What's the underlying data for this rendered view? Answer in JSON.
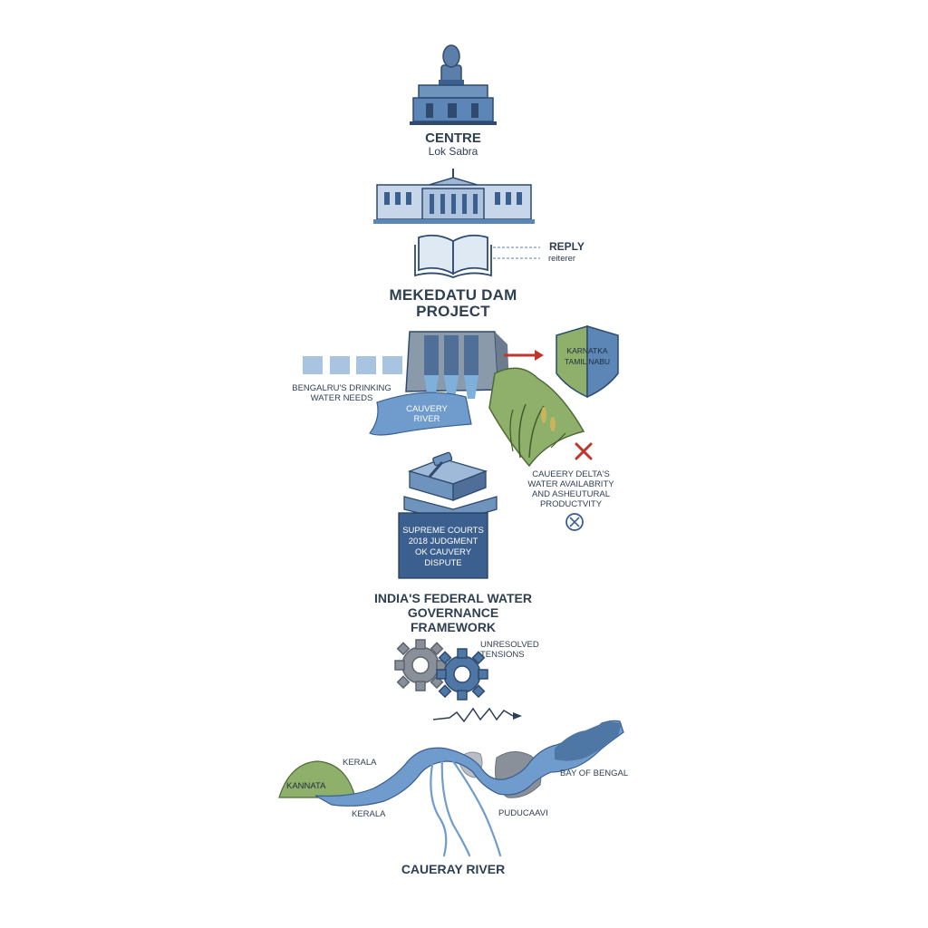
{
  "centre": {
    "title": "CENTRE",
    "subtitle": "Lok Sabra"
  },
  "reply": {
    "label": "REPLY",
    "sublabel": "reiterer"
  },
  "project": {
    "title_line1": "MEKEDATU DAM",
    "title_line2": "PROJECT"
  },
  "bengaluru": {
    "line1": "BENGALRU'S DRINKING",
    "line2": "WATER NEEDS"
  },
  "river_band": {
    "line1": "CAUVERY",
    "line2": "RIVER"
  },
  "shield": {
    "line1": "KARNATKA",
    "line2": "TAMIL NABU"
  },
  "delta": {
    "line1": "CAUEERY DELTA'S",
    "line2": "WATER AVAILABRITY",
    "line3": "AND ASHEUTURAL",
    "line4": "PRODUCTVITY"
  },
  "court": {
    "line1": "SUPREME COURTS",
    "line2": "2018 JUDGMENT",
    "line3": "OK CAUVERY",
    "line4": "DISPUTE"
  },
  "framework": {
    "line1": "INDIA'S FEDERAL WATER",
    "line2": "GOVERNANCE",
    "line3": "FRAMEWORK"
  },
  "tensions": {
    "line1": "UNRESOLVED",
    "line2": "TENSIONS"
  },
  "map": {
    "karnataka": "KANNATA",
    "kerala_top": "KERALA",
    "kerala_bottom": "KERALA",
    "puducherry": "PUDUCAAVI",
    "bay": "BAY OF BENGAL",
    "river_title": "CAUERAY RIVER"
  },
  "colors": {
    "navy": "#3b5f8f",
    "steel": "#5b86b6",
    "light_blue": "#a8c4e0",
    "green": "#8fb06a",
    "red": "#c0362c",
    "grey": "#8a9099"
  }
}
